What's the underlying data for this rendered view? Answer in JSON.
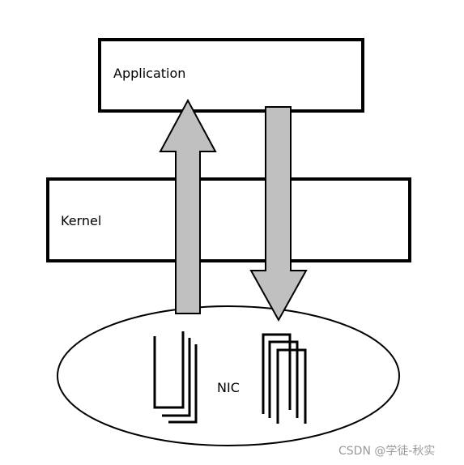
{
  "diagram": {
    "application_label": "Application",
    "kernel_label": "Kernel",
    "nic_label": "NIC"
  },
  "watermark": {
    "text": "CSDN @学徒-秋实"
  },
  "colors": {
    "stroke": "#000000",
    "arrow_fill": "#c0c0c0",
    "background": "#ffffff",
    "watermark": "#9a9a9a"
  },
  "icons": {
    "up_arrow": "upward-arrow-icon",
    "down_arrow": "downward-arrow-icon",
    "rx_buffers": "buffer-stack-icon",
    "tx_buffers": "buffer-stack-icon"
  }
}
